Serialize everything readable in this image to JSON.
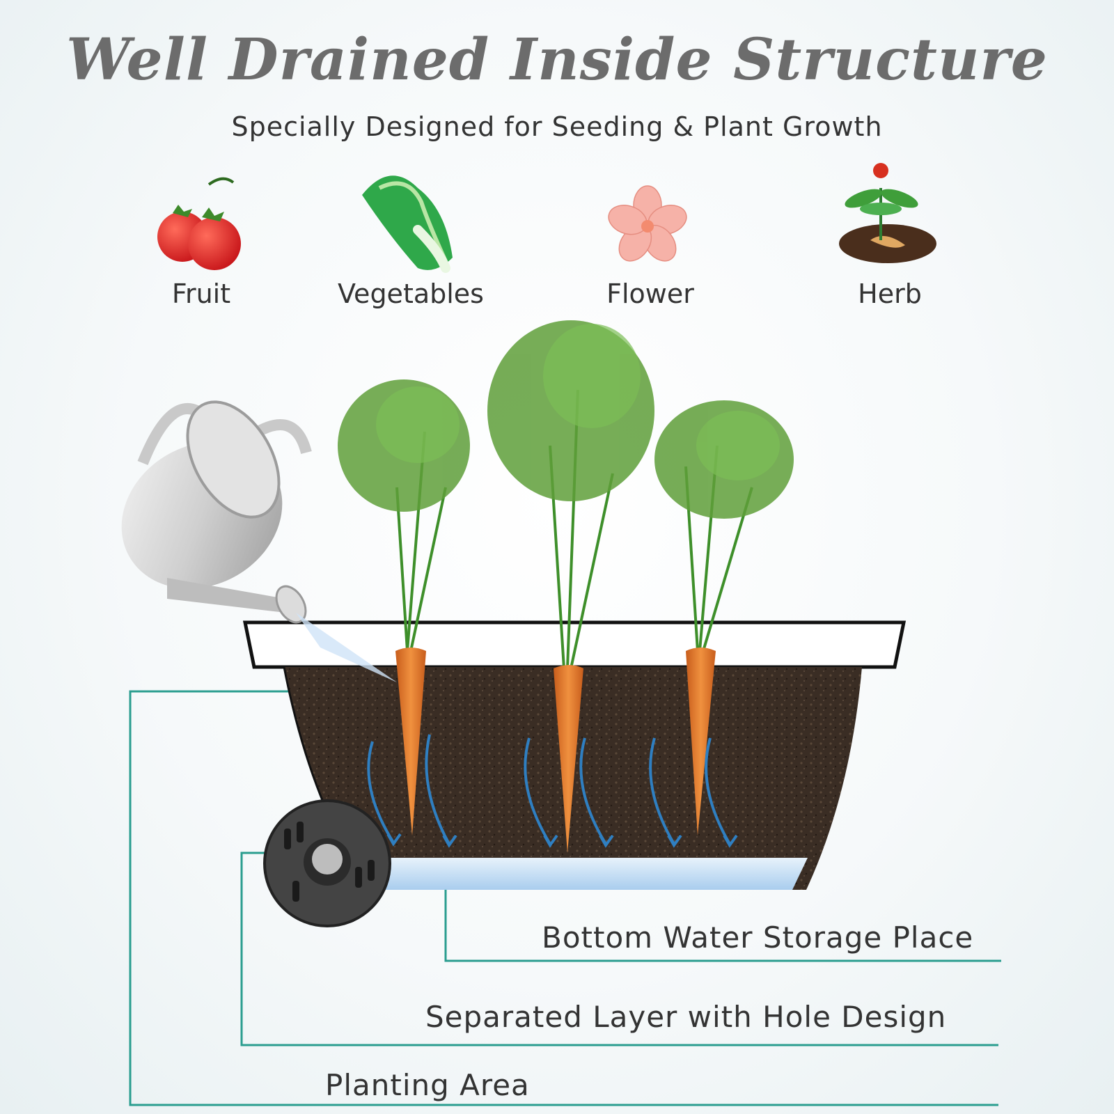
{
  "header": {
    "title": "Well Drained Inside Structure",
    "subtitle": "Specially Designed for Seeding & Plant Growth"
  },
  "categories": [
    {
      "label": "Fruit",
      "icon": "tomato-icon"
    },
    {
      "label": "Vegetables",
      "icon": "bok-choy-icon"
    },
    {
      "label": "Flower",
      "icon": "flower-icon"
    },
    {
      "label": "Herb",
      "icon": "ginseng-herb-icon"
    }
  ],
  "callouts": {
    "water_storage": "Bottom Water Storage Place",
    "separated_layer": "Separated Layer with Hole Design",
    "planting_area": "Planting Area"
  },
  "colors": {
    "title": "#6c6c6c",
    "leader_line": "#2a9d8f",
    "soil": "#3a2d24",
    "water": "#bcd9f0",
    "arrow": "#2f7fc1",
    "carrot": "#e07a2e"
  }
}
